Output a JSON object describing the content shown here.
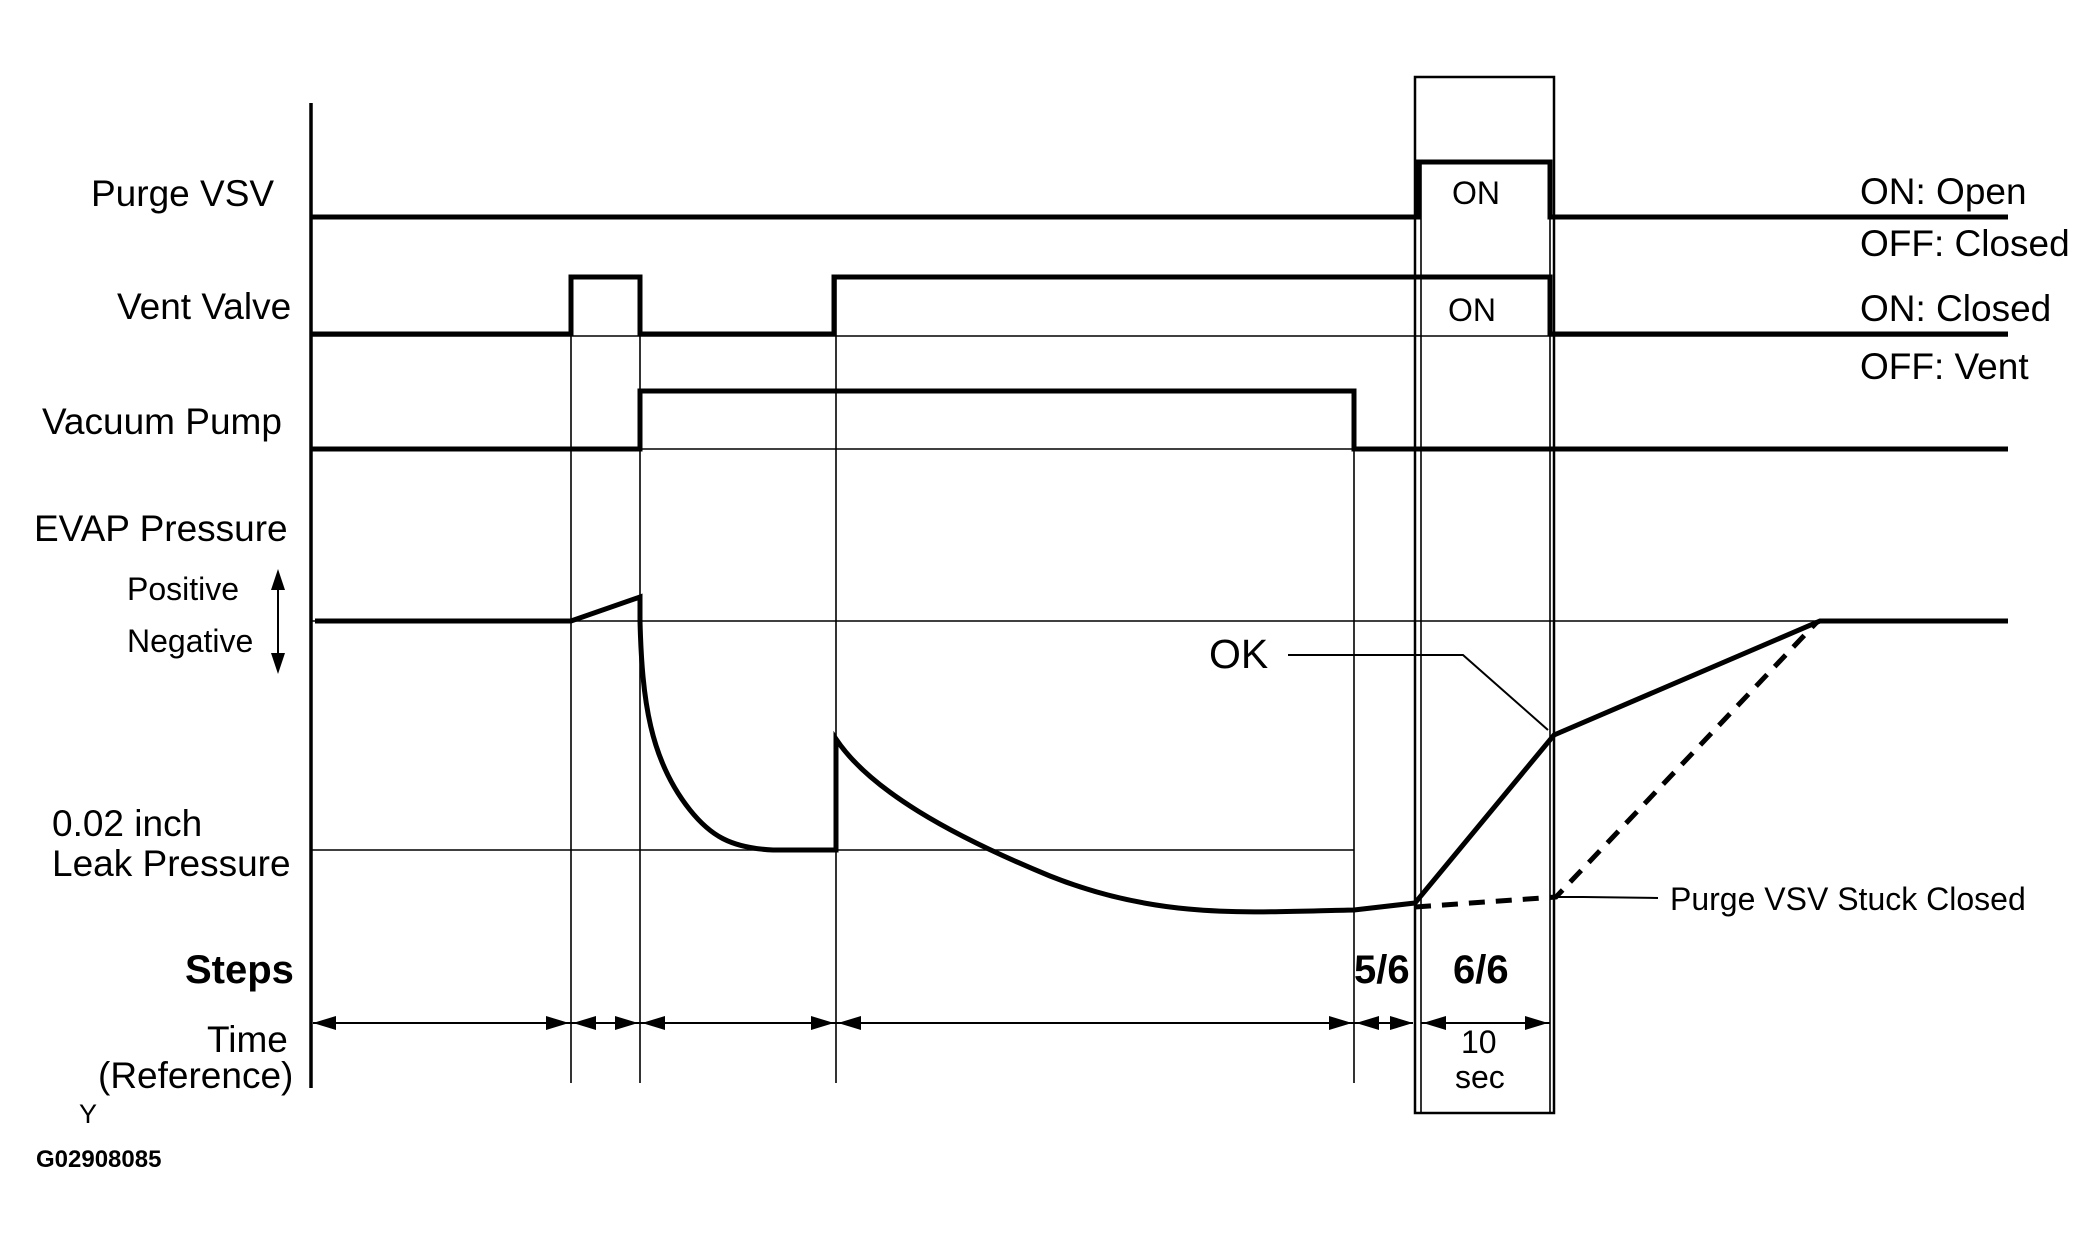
{
  "signals": {
    "purge_vsv": "Purge VSV",
    "vent_valve": "Vent Valve",
    "vacuum_pump": "Vacuum Pump",
    "evap_pressure": "EVAP Pressure"
  },
  "pressure_axis": {
    "positive": "Positive",
    "negative": "Negative",
    "leak_line_1": "0.02 inch",
    "leak_line_2": "Leak Pressure"
  },
  "state_labels": {
    "purge_on": "ON",
    "vent_on": "ON"
  },
  "legend": {
    "purge_on": "ON: Open",
    "purge_off": "OFF: Closed",
    "vent_on": "ON: Closed",
    "vent_off": "OFF: Vent"
  },
  "curve_labels": {
    "ok": "OK",
    "stuck": "Purge VSV Stuck Closed"
  },
  "steps": {
    "heading": "Steps",
    "step_5": "5/6",
    "step_6": "6/6"
  },
  "time": {
    "line_1": "Time",
    "line_2": "(Reference)",
    "duration_value": "10",
    "duration_unit": "sec"
  },
  "footer": {
    "mark": "Y",
    "figure_id": "G02908085"
  }
}
